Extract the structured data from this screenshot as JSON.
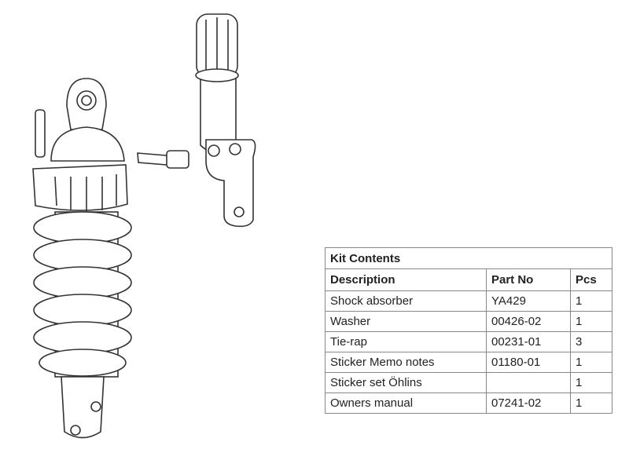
{
  "table": {
    "title": "Kit Contents",
    "headers": [
      "Description",
      "Part No",
      "Pcs"
    ],
    "rows": [
      [
        "Shock absorber",
        "YA429",
        "1"
      ],
      [
        "Washer",
        "00426-02",
        "1"
      ],
      [
        "Tie-rap",
        "00231-01",
        "3"
      ],
      [
        "Sticker Memo notes",
        "01180-01",
        "1"
      ],
      [
        "Sticker set Öhlins",
        "",
        "1"
      ],
      [
        "Owners manual",
        "07241-02",
        "1"
      ]
    ]
  }
}
